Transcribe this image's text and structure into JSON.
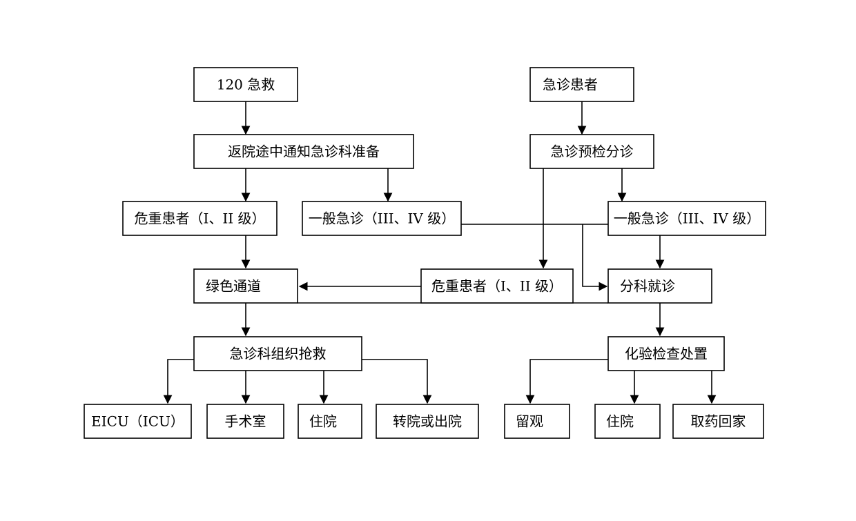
{
  "diagram": {
    "colors": {
      "stroke": "#000000",
      "background": "#ffffff"
    },
    "nodes": {
      "ambulance_120": "120 急救",
      "notify_prepare": "返院途中通知急诊科准备",
      "critical_left": "危重患者（I、II 级）",
      "general_left": "一般急诊（III、IV 级）",
      "green_channel": "绿色通道",
      "organize_rescue": "急诊科组织抢救",
      "eicu": "EICU（ICU）",
      "operating_room": "手术室",
      "hospitalize_left": "住院",
      "transfer_discharge": "转院或出院",
      "emergency_patient": "急诊患者",
      "triage": "急诊预检分诊",
      "general_right": "一般急诊（III、IV 级）",
      "critical_right": "危重患者（I、II 级）",
      "dept_visit": "分科就诊",
      "lab_exam": "化验检查处置",
      "observation": "留观",
      "hospitalize_right": "住院",
      "take_medicine_home": "取药回家"
    }
  }
}
